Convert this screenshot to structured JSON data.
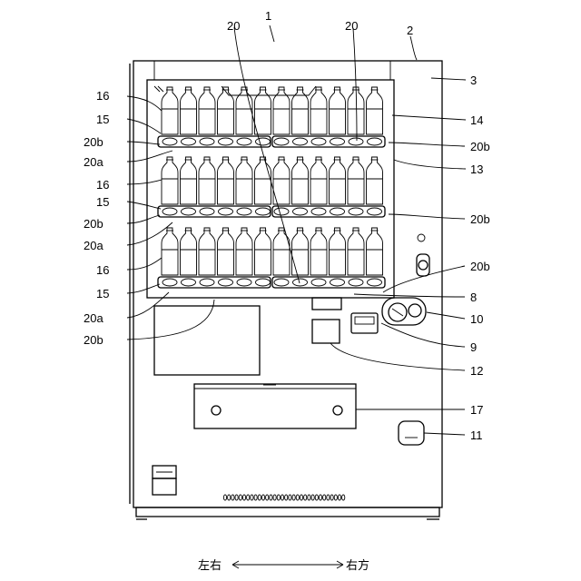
{
  "labels": {
    "r1": "1",
    "r2": "2",
    "r3": "3",
    "r8": "8",
    "r9": "9",
    "r10": "10",
    "r11": "11",
    "r12": "12",
    "r13": "13",
    "r14": "14",
    "r17": "17",
    "r20_top_left": "20",
    "r20_top_right": "20",
    "r16_a": "16",
    "r16_b": "16",
    "r16_c": "16",
    "r15_a": "15",
    "r15_b": "15",
    "r15_c": "15",
    "r20a_a": "20a",
    "r20a_b": "20a",
    "r20a_c": "20a",
    "r20b_left_a": "20b",
    "r20b_left_b": "20b",
    "r20b_left_c": "20b",
    "r20b_right_a": "20b",
    "r20b_right_b": "20b",
    "r20b_right_c": "20b"
  },
  "direction": {
    "left_text": "左右",
    "right_text": "右方"
  }
}
